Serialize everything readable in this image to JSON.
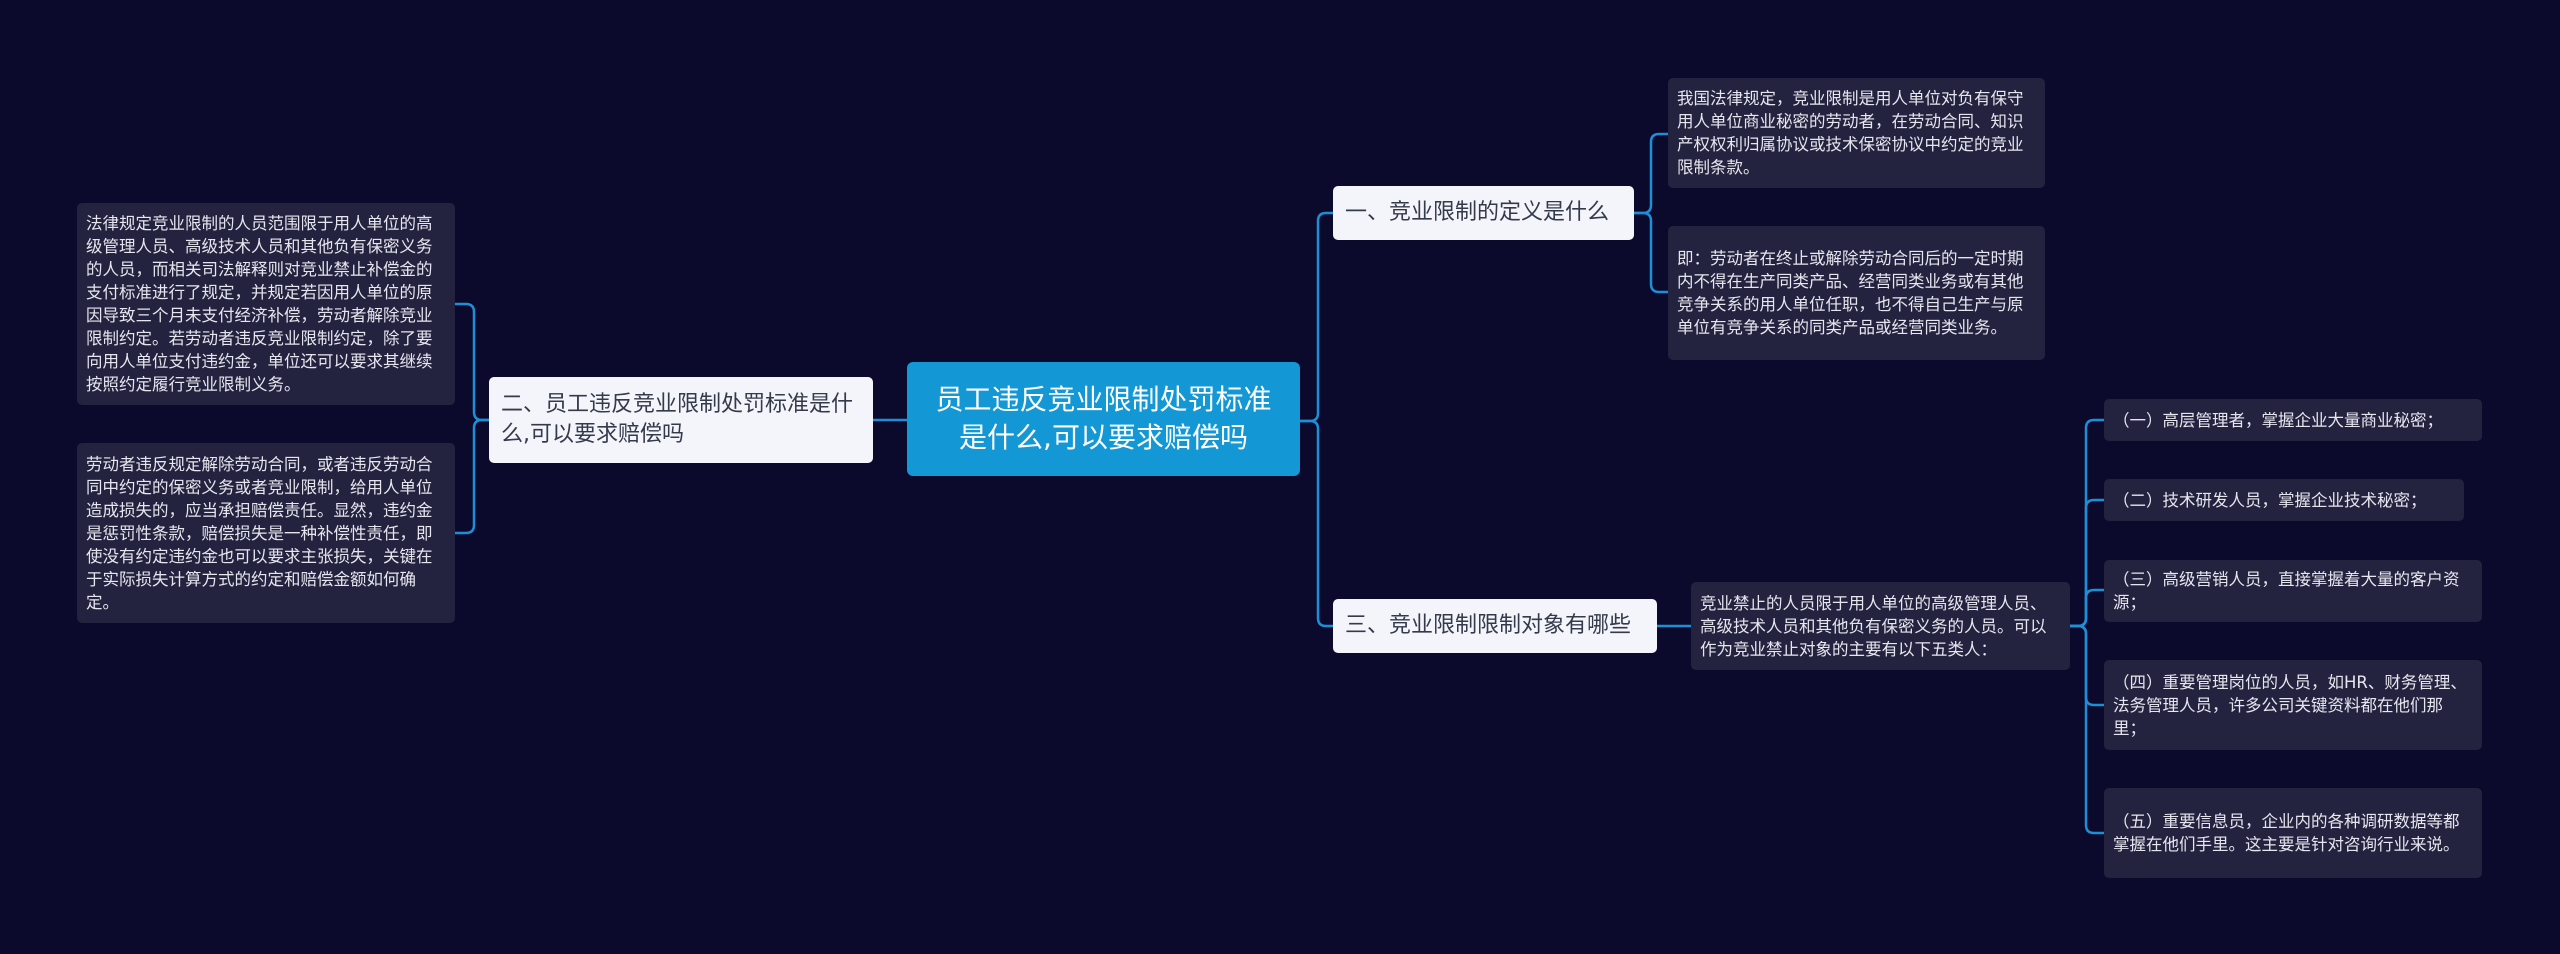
{
  "mindmap": {
    "root": "员工违反竞业限制处罚标准是什么,可以要求赔偿吗",
    "branch1": {
      "title": "一、竞业限制的定义是什么",
      "leaves": [
        "我国法律规定，竞业限制是用人单位对负有保守用人单位商业秘密的劳动者，在劳动合同、知识产权权利归属协议或技术保密协议中约定的竞业限制条款。",
        "即：劳动者在终止或解除劳动合同后的一定时期内不得在生产同类产品、经营同类业务或有其他竞争关系的用人单位任职，也不得自己生产与原单位有竞争关系的同类产品或经营同类业务。"
      ]
    },
    "branch2": {
      "title": "二、员工违反竞业限制处罚标准是什么,可以要求赔偿吗",
      "leaves": [
        "法律规定竞业限制的人员范围限于用人单位的高级管理人员、高级技术人员和其他负有保密义务的人员，而相关司法解释则对竞业禁止补偿金的支付标准进行了规定，并规定若因用人单位的原因导致三个月未支付经济补偿，劳动者解除竞业限制约定。若劳动者违反竞业限制约定，除了要向用人单位支付违约金，单位还可以要求其继续按照约定履行竞业限制义务。",
        "劳动者违反规定解除劳动合同，或者违反劳动合同中约定的保密义务或者竞业限制，给用人单位造成损失的，应当承担赔偿责任。显然，违约金是惩罚性条款，赔偿损失是一种补偿性责任，即使没有约定违约金也可以要求主张损失，关键在于实际损失计算方式的约定和赔偿金额如何确定。"
      ]
    },
    "branch3": {
      "title": "三、竞业限制限制对象有哪些",
      "middle": "竞业禁止的人员限于用人单位的高级管理人员、高级技术人员和其他负有保密义务的人员。可以作为竞业禁止对象的主要有以下五类人：",
      "leaves": [
        "（一）高层管理者，掌握企业大量商业秘密；",
        "（二）技术研发人员，掌握企业技术秘密；",
        "（三）高级营销人员，直接掌握着大量的客户资源；",
        "（四）重要管理岗位的人员，如HR、财务管理、法务管理人员，许多公司关键资料都在他们那里；",
        "（五）重要信息员，企业内的各种调研数据等都掌握在他们手里。这主要是针对咨询行业来说。"
      ]
    }
  },
  "colors": {
    "background": "#0b0a2c",
    "root": "#1497d5",
    "branch": "#f4f5fb",
    "leaf": "#24233f",
    "link": "#1c8fd6"
  }
}
